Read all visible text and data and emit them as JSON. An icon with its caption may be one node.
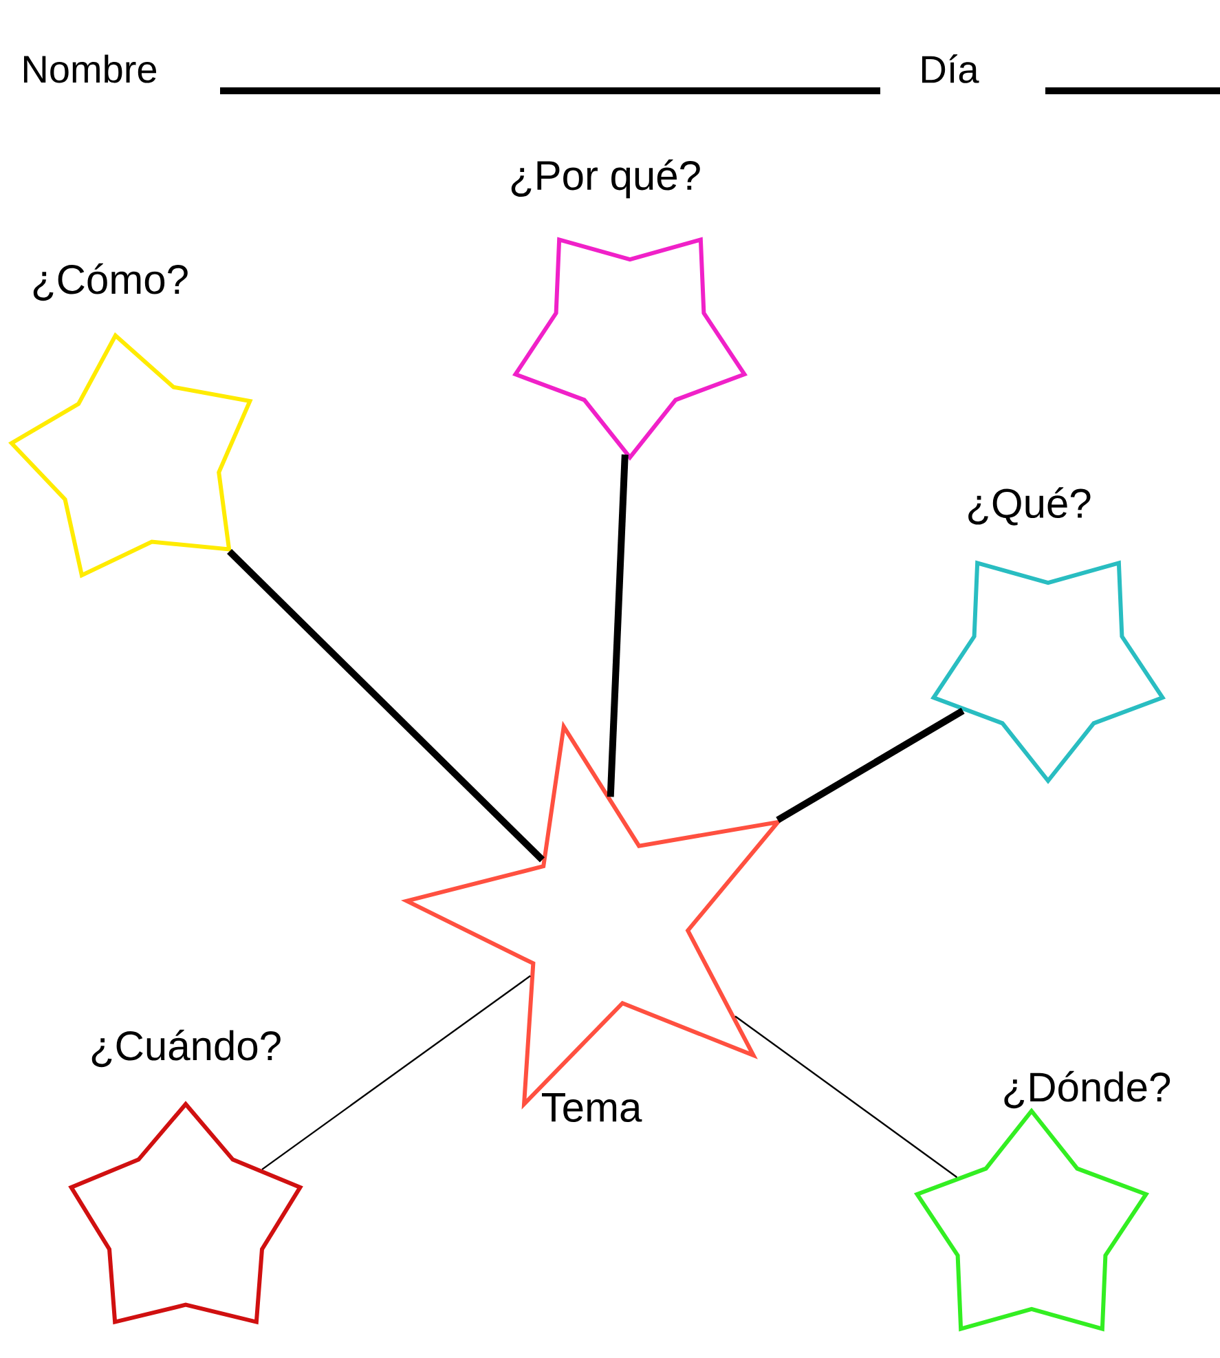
{
  "diagram": {
    "nodes": [
      {
        "text": [
          "¿Cómo?"
        ]
      },
      {
        "text": [
          "¿Por qué?"
        ]
      },
      {
        "text": [
          "¿Qué?"
        ]
      },
      {
        "text": [
          "Tema"
        ]
      },
      {
        "text": [
          "¿Cuándo?"
        ]
      },
      {
        "text": [
          "¿Dónde?"
        ]
      }
    ],
    "edges": [
      {
        "from": 3,
        "to": 0,
        "arrow": "none"
      },
      {
        "from": 3,
        "to": 1,
        "arrow": "none"
      },
      {
        "from": 3,
        "to": 2,
        "arrow": "none"
      },
      {
        "from": 3,
        "to": 4,
        "arrow": "none"
      },
      {
        "from": 3,
        "to": 5,
        "arrow": "none"
      }
    ],
    "labels": [
      "Nombre",
      "Día"
    ]
  }
}
